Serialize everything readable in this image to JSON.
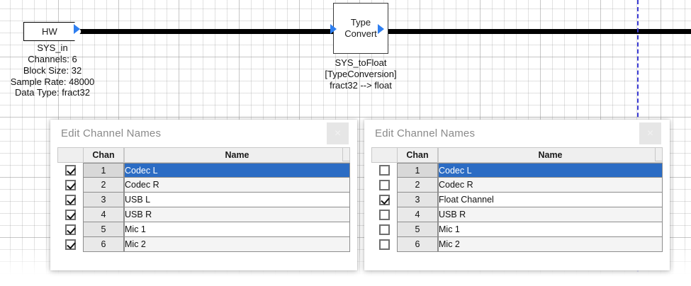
{
  "canvas": {
    "page_break_color": "#3b3bd6",
    "wire_color": "#000000",
    "port_color": "#2f7ff0"
  },
  "blocks": [
    {
      "id": "hw",
      "label": "HW",
      "caption_lines": [
        "SYS_in",
        "Channels: 6",
        "Block Size: 32",
        "Sample Rate: 48000",
        "Data Type: fract32"
      ]
    },
    {
      "id": "type-convert",
      "label_line1": "Type",
      "label_line2": "Convert",
      "caption_lines": [
        "SYS_toFloat",
        "[TypeConversion]",
        "fract32 --> float"
      ]
    }
  ],
  "dialogs": [
    {
      "id": "left",
      "title": "Edit Channel Names",
      "close_label": "×",
      "columns": [
        "",
        "Chan",
        "Name"
      ],
      "rows": [
        {
          "checked": true,
          "chan": "1",
          "name": "Codec L",
          "selected": true
        },
        {
          "checked": true,
          "chan": "2",
          "name": "Codec R",
          "selected": false
        },
        {
          "checked": true,
          "chan": "3",
          "name": "USB L",
          "selected": false
        },
        {
          "checked": true,
          "chan": "4",
          "name": "USB R",
          "selected": false
        },
        {
          "checked": true,
          "chan": "5",
          "name": "Mic 1",
          "selected": false
        },
        {
          "checked": true,
          "chan": "6",
          "name": "Mic 2",
          "selected": false
        }
      ]
    },
    {
      "id": "right",
      "title": "Edit Channel Names",
      "close_label": "×",
      "columns": [
        "",
        "Chan",
        "Name"
      ],
      "rows": [
        {
          "checked": false,
          "chan": "1",
          "name": "Codec L",
          "selected": true
        },
        {
          "checked": false,
          "chan": "2",
          "name": "Codec R",
          "selected": false
        },
        {
          "checked": true,
          "chan": "3",
          "name": "Float Channel",
          "selected": false
        },
        {
          "checked": false,
          "chan": "4",
          "name": "USB R",
          "selected": false
        },
        {
          "checked": false,
          "chan": "5",
          "name": "Mic 1",
          "selected": false
        },
        {
          "checked": false,
          "chan": "6",
          "name": "Mic 2",
          "selected": false
        }
      ]
    }
  ],
  "colors": {
    "selection_blue": "#2b6cc4",
    "header_gray": "#efefef",
    "alt_row": "#f4f4f4"
  }
}
